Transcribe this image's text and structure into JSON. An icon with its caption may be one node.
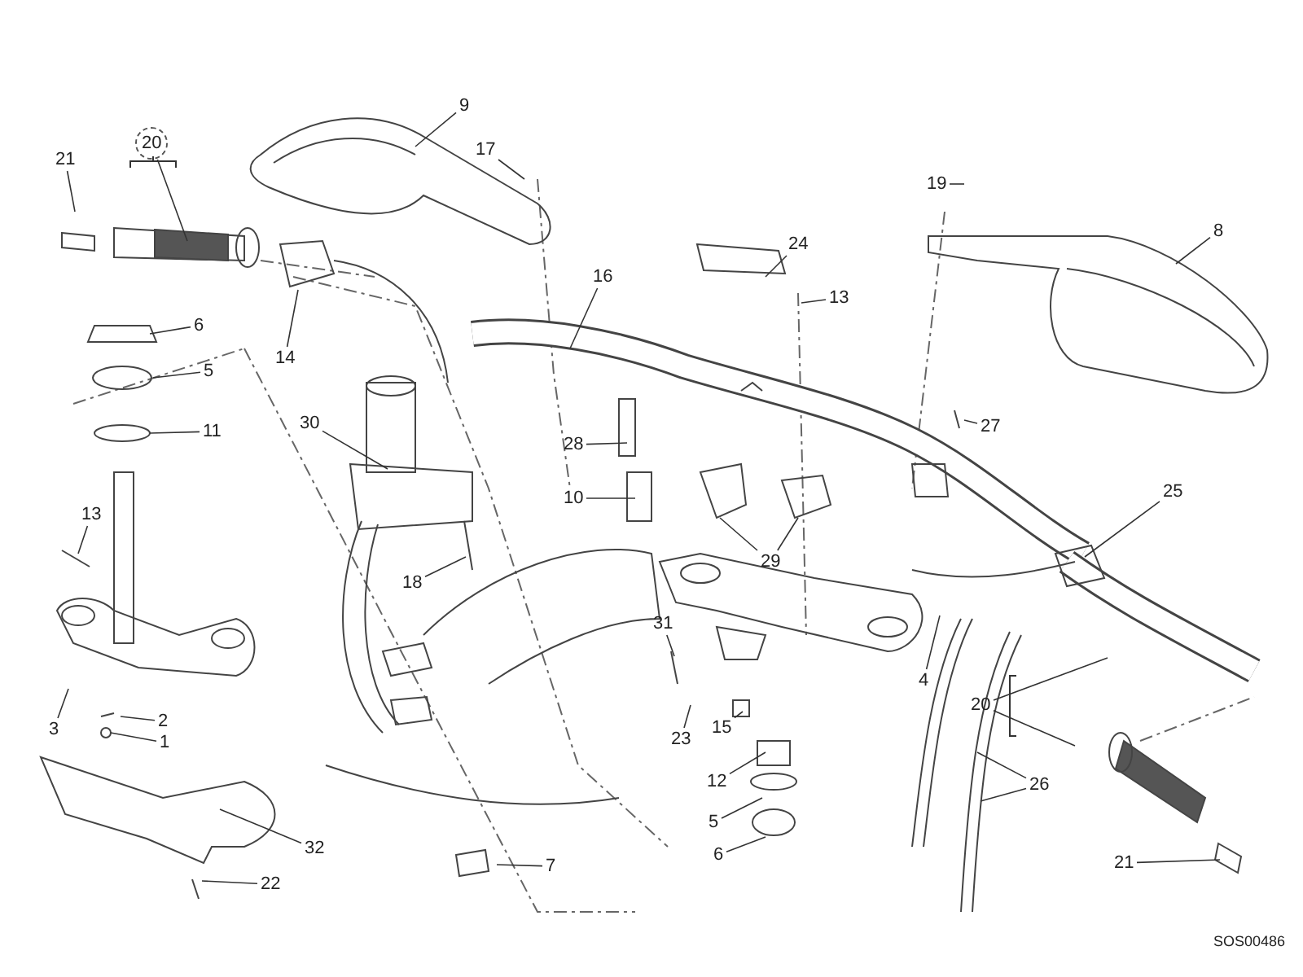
{
  "diagram": {
    "nodes": [
      {
        "text": [
          "20"
        ]
      },
      {
        "text": [
          "21"
        ]
      },
      {
        "text": [
          "9"
        ]
      },
      {
        "text": [
          "17"
        ]
      },
      {
        "text": [
          "19"
        ]
      },
      {
        "text": [
          "8"
        ]
      },
      {
        "text": [
          "24"
        ]
      },
      {
        "text": [
          "13"
        ]
      },
      {
        "text": [
          "16"
        ]
      },
      {
        "text": [
          "6"
        ]
      },
      {
        "text": [
          "5"
        ]
      },
      {
        "text": [
          "11"
        ]
      },
      {
        "text": [
          "14"
        ]
      },
      {
        "text": [
          "30"
        ]
      },
      {
        "text": [
          "28"
        ]
      },
      {
        "text": [
          "27"
        ]
      },
      {
        "text": [
          "10"
        ]
      },
      {
        "text": [
          "25"
        ]
      },
      {
        "text": [
          "13"
        ]
      },
      {
        "text": [
          "29"
        ]
      },
      {
        "text": [
          "18"
        ]
      },
      {
        "text": [
          "31"
        ]
      },
      {
        "text": [
          "4"
        ]
      },
      {
        "text": [
          "3"
        ]
      },
      {
        "text": [
          "2"
        ]
      },
      {
        "text": [
          "1"
        ]
      },
      {
        "text": [
          "20"
        ]
      },
      {
        "text": [
          "23"
        ]
      },
      {
        "text": [
          "15"
        ]
      },
      {
        "text": [
          "12"
        ]
      },
      {
        "text": [
          "26"
        ]
      },
      {
        "text": [
          "5"
        ]
      },
      {
        "text": [
          "6"
        ]
      },
      {
        "text": [
          "7"
        ]
      },
      {
        "text": [
          "32"
        ]
      },
      {
        "text": [
          "22"
        ]
      },
      {
        "text": [
          "21"
        ]
      }
    ],
    "edges": [
      {
        "from": 0,
        "to": null,
        "arrow": "none"
      },
      {
        "from": 1,
        "to": null,
        "arrow": "none"
      },
      {
        "from": 2,
        "to": null,
        "arrow": "none"
      },
      {
        "from": 3,
        "to": null,
        "arrow": "none"
      },
      {
        "from": 4,
        "to": null,
        "arrow": "none"
      },
      {
        "from": 5,
        "to": null,
        "arrow": "none"
      },
      {
        "from": 6,
        "to": null,
        "arrow": "none"
      },
      {
        "from": 7,
        "to": null,
        "arrow": "none"
      },
      {
        "from": 8,
        "to": null,
        "arrow": "none"
      },
      {
        "from": 9,
        "to": null,
        "arrow": "none"
      },
      {
        "from": 10,
        "to": null,
        "arrow": "none"
      },
      {
        "from": 11,
        "to": null,
        "arrow": "none"
      },
      {
        "from": 12,
        "to": null,
        "arrow": "none"
      },
      {
        "from": 13,
        "to": null,
        "arrow": "none"
      },
      {
        "from": 14,
        "to": null,
        "arrow": "none"
      },
      {
        "from": 15,
        "to": null,
        "arrow": "none"
      },
      {
        "from": 16,
        "to": null,
        "arrow": "none"
      },
      {
        "from": 17,
        "to": null,
        "arrow": "none"
      },
      {
        "from": 18,
        "to": null,
        "arrow": "none"
      },
      {
        "from": 19,
        "to": null,
        "arrow": "none"
      },
      {
        "from": 19,
        "to": null,
        "arrow": "none"
      },
      {
        "from": 20,
        "to": null,
        "arrow": "none"
      },
      {
        "from": 21,
        "to": null,
        "arrow": "none"
      },
      {
        "from": 22,
        "to": null,
        "arrow": "none"
      },
      {
        "from": 23,
        "to": null,
        "arrow": "none"
      },
      {
        "from": 24,
        "to": null,
        "arrow": "none"
      },
      {
        "from": 25,
        "to": null,
        "arrow": "none"
      },
      {
        "from": 26,
        "to": null,
        "arrow": "none"
      },
      {
        "from": 26,
        "to": null,
        "arrow": "none"
      },
      {
        "from": 27,
        "to": null,
        "arrow": "none"
      },
      {
        "from": 28,
        "to": null,
        "arrow": "none"
      },
      {
        "from": 29,
        "to": null,
        "arrow": "none"
      },
      {
        "from": 30,
        "to": null,
        "arrow": "none"
      },
      {
        "from": 30,
        "to": null,
        "arrow": "none"
      },
      {
        "from": 31,
        "to": null,
        "arrow": "none"
      },
      {
        "from": 32,
        "to": null,
        "arrow": "none"
      },
      {
        "from": 33,
        "to": null,
        "arrow": "none"
      },
      {
        "from": 34,
        "to": null,
        "arrow": "none"
      },
      {
        "from": 35,
        "to": null,
        "arrow": "none"
      },
      {
        "from": 36,
        "to": null,
        "arrow": "none"
      }
    ],
    "labels": [
      "SOS00486"
    ]
  }
}
